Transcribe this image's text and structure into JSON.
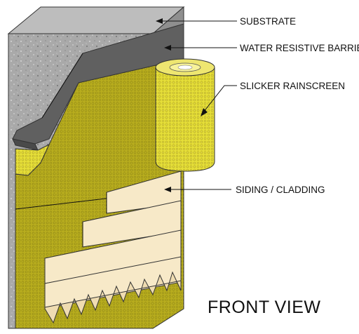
{
  "callouts": {
    "substrate": "SUBSTRATE",
    "water_resistive_barrier": "WATER RESISTIVE BARRIER",
    "slicker_rainscreen": "SLICKER RAINSCREEN",
    "siding_cladding": "SIDING / CLADDING"
  },
  "view_title": "FRONT VIEW",
  "colors": {
    "substrate": "#a6a6a6",
    "substrate_edge": "#8c8c8c",
    "barrier": "#5f5f5f",
    "barrier_dark": "#4a4a4a",
    "rainscreen": "#b3a81c",
    "rainscreen_light": "#e8e23a",
    "siding": "#f7e9c8",
    "outline": "#333333"
  }
}
